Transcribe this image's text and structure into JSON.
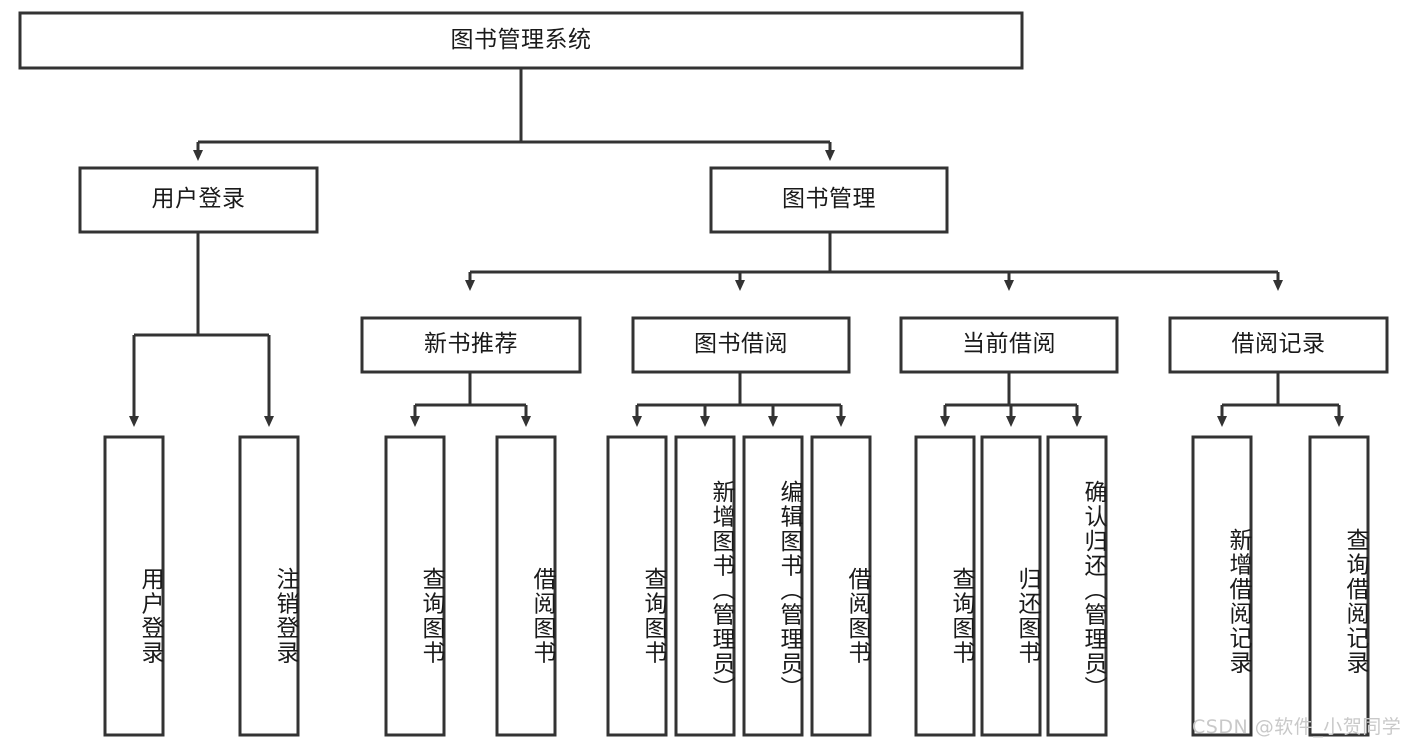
{
  "diagram": {
    "title": "图书管理系统",
    "watermark": "CSDN @软件_小贺同学",
    "colors": {
      "stroke": "#333333",
      "box_fill": "#ffffff",
      "text": "#1a1a1a",
      "watermark": "#c9c9c9",
      "background": "#ffffff"
    },
    "root": {
      "label": "图书管理系统"
    },
    "level2": [
      {
        "label": "用户登录"
      },
      {
        "label": "图书管理"
      }
    ],
    "level3": [
      {
        "label": "新书推荐"
      },
      {
        "label": "图书借阅"
      },
      {
        "label": "当前借阅"
      },
      {
        "label": "借阅记录"
      }
    ],
    "leaves": {
      "user_login": [
        {
          "label": "用户登录"
        },
        {
          "label": "注销登录"
        }
      ],
      "new_book_recommend": [
        {
          "label": "查询图书"
        },
        {
          "label": "借阅图书"
        }
      ],
      "book_borrow": [
        {
          "label": "查询图书"
        },
        {
          "label": "新增图书（管理员）"
        },
        {
          "label": "编辑图书（管理员）"
        },
        {
          "label": "借阅图书"
        }
      ],
      "current_borrow": [
        {
          "label": "查询图书"
        },
        {
          "label": "归还图书"
        },
        {
          "label": "确认归还（管理员）"
        }
      ],
      "borrow_record": [
        {
          "label": "新增借阅记录"
        },
        {
          "label": "查询借阅记录"
        }
      ]
    }
  }
}
